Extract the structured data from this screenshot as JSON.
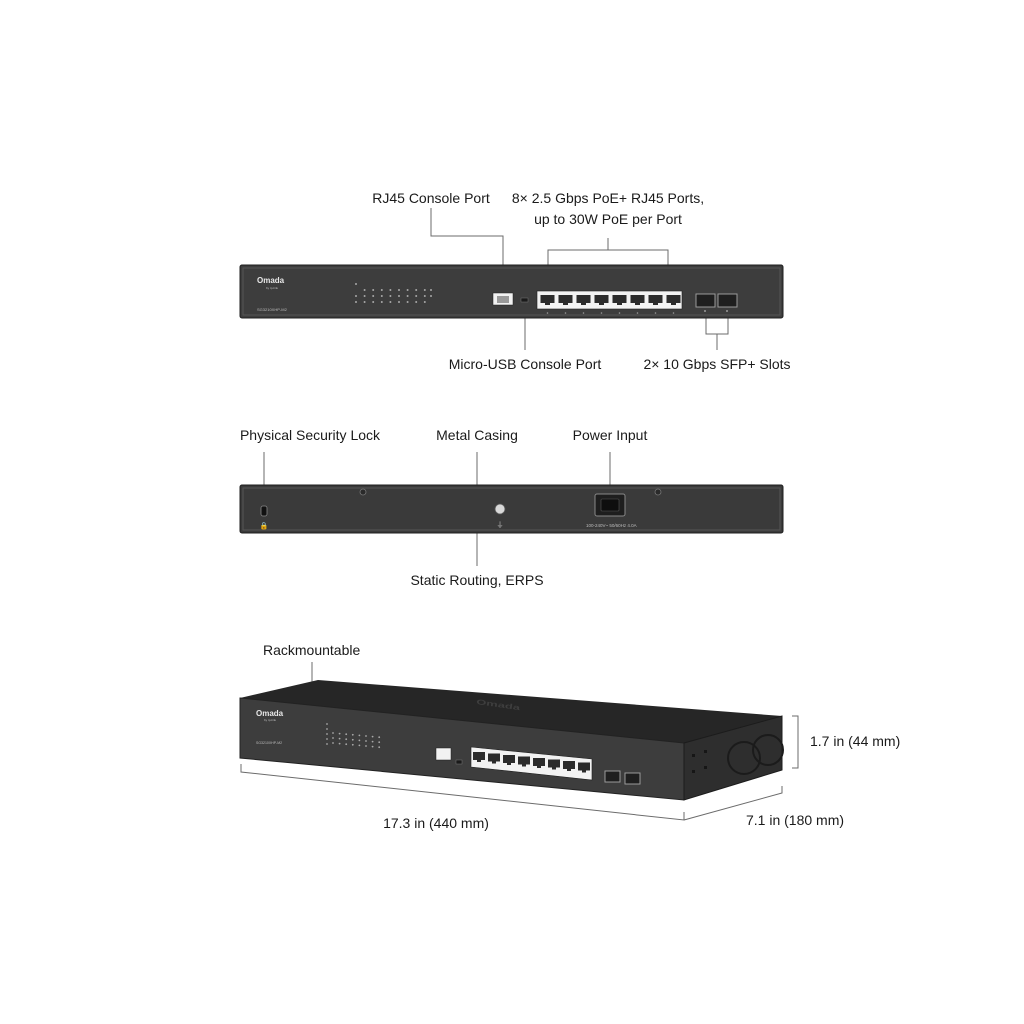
{
  "front_view": {
    "labels": {
      "rj45_console": "RJ45 Console Port",
      "rj45_ports_line1": "8× 2.5 Gbps PoE+ RJ45 Ports,",
      "rj45_ports_line2": "up to 30W PoE per Port",
      "micro_usb": "Micro-USB Console Port",
      "sfp_slots": "2× 10 Gbps SFP+ Slots"
    },
    "device": {
      "brand": "Omada",
      "brand_sub": "by tp-link",
      "model": "SG3210XHP-M2"
    }
  },
  "rear_view": {
    "labels": {
      "security_lock": "Physical Security Lock",
      "metal_casing": "Metal Casing",
      "power_input": "Power Input",
      "static_routing": "Static Routing, ERPS"
    },
    "power_rating": "100-240V~ 50/60Hz 4.0A"
  },
  "iso_view": {
    "labels": {
      "rackmountable": "Rackmountable",
      "height": "1.7 in (44 mm)",
      "width": "17.3 in (440 mm)",
      "depth": "7.1 in (180 mm)"
    },
    "device": {
      "brand": "Omada",
      "brand_sub": "by tp-link",
      "model": "SG3210XHP-M2",
      "top_logo": "Omada"
    }
  },
  "colors": {
    "chassis_front": "#3d3d3d",
    "chassis_dark": "#2b2b2b",
    "chassis_top": "#262626",
    "port": "#f2f2f2",
    "leader_line": "#6b6b6b"
  }
}
